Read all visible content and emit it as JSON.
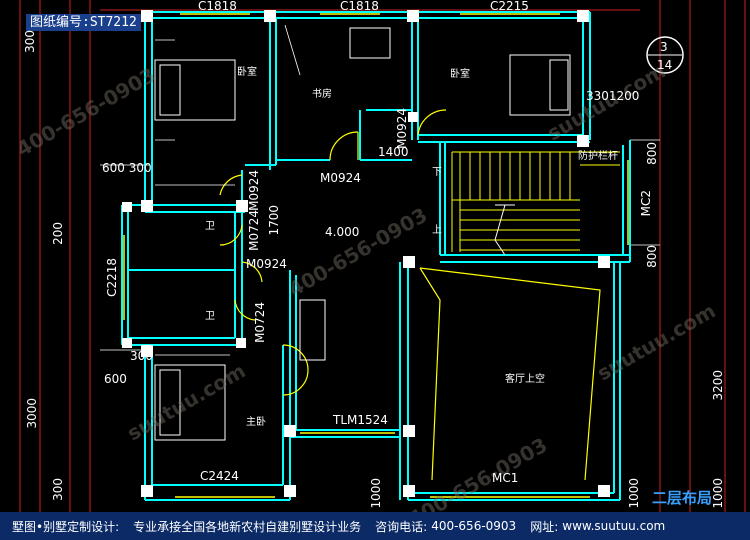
{
  "header": {
    "drawing_no": "图纸编号:ST7212"
  },
  "title": "二层布局",
  "rooms": {
    "bedroom_left": "卧室",
    "study": "书房",
    "bedroom_right": "卧室",
    "bath_1": "卫",
    "bath_2": "卫",
    "master": "主卧",
    "living_void": "客厅上空",
    "railing": "防护栏杆",
    "stair_down": "下",
    "stair_up": "上"
  },
  "labels": {
    "c1818_a": "C1818",
    "c1818_b": "C1818",
    "c2215": "C2215",
    "c2218": "C2218",
    "c2424": "C2424",
    "m0924_a": "M0924",
    "m0924_b": "M0924",
    "m0924_c": "M0924",
    "m0924_d": "M0924",
    "m0724_a": "M0724",
    "m0724_b": "M0724",
    "mc1": "MC1",
    "mc2": "MC2",
    "tlm1524": "TLM1524",
    "elev": "4.000",
    "d1700": "1700",
    "d1400": "1400",
    "d3301200": "3301200",
    "d600_300": "600 300",
    "d600": "600",
    "d300": "300",
    "d300b": "300",
    "d200": "200",
    "d800a": "800",
    "d800b": "800",
    "d3200": "3200",
    "d1000a": "1000",
    "d1000b": "1000",
    "d1000c": "1000",
    "d3000": "3000",
    "d300c": "300",
    "level": "4.000"
  },
  "section_marker": {
    "top": "3",
    "bottom": "14"
  },
  "footer": {
    "company": "墅图•别墅定制设计:",
    "service": "专业承接全国各地新农村自建别墅设计业务",
    "phone_label": "咨询电话:",
    "phone": "400-656-0903",
    "site_label": "网址:",
    "site": "www.suutuu.com"
  },
  "watermarks": [
    "400-656-0903",
    "suutuu.com",
    "400-656-0903",
    "suutuu.com",
    "400-656-0903",
    "suutuu.com"
  ],
  "colors": {
    "wall": "#00ffff",
    "bg": "#000000",
    "stair": "#ffff00",
    "window": "#ffff00",
    "grid": "#ff2a2a",
    "door": "#ffff00"
  }
}
